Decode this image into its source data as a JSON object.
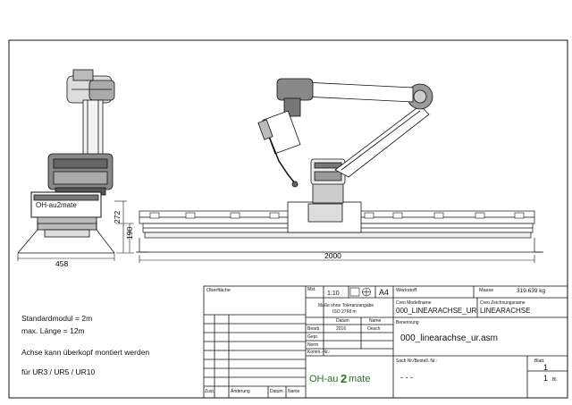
{
  "notes": {
    "line1": "Standardmodul = 2m",
    "line2": "max. Länge = 12m",
    "line3": "Achse kann überkopf montiert werden",
    "line4": "für UR3 / UR5 / UR10"
  },
  "dimensions": {
    "width_side": "458",
    "height_272": "272",
    "height_190": "190",
    "length_main": "2000"
  },
  "logo": {
    "text_on_robot": "OH-au2mate",
    "text_titleblock_part1": "OH-au",
    "text_titleblock_part2": "2",
    "text_titleblock_part3": "mate"
  },
  "title_block": {
    "oberflaeche_label": "Oberfläche",
    "mst_label": "Mst.",
    "scale": "1:10",
    "format": "A4",
    "masse_label": "Maße ohne Toleranzangabe",
    "iso": "ISO 2768 m",
    "werkstoff_label": "Werkstoff",
    "masse_weight_label": "Masse",
    "masse_weight_value": "319.639 kg",
    "modellname_label": "Creo Modellname",
    "modellname_value": "000_LINEARACHSE_UR",
    "zeichnungsname_label": "Creo Zeichnungsname",
    "zeichnungsname_value": "LINEARACHSE",
    "datum_header": "Datum",
    "name_header": "Name",
    "bearb_label": "Bearb.",
    "bearb_datum": "2016",
    "bearb_name": "Oesch",
    "gepr_label": "Gepr.",
    "norm_label": "Norm",
    "komm_label": "Komm.-Nr.:",
    "benennung_label": "Benennung",
    "benennung_value": "000_linearachse_ur.asm",
    "sachnr_label": "Sach Nr./Bestell. Nr.:",
    "sachnr_value": "- - -",
    "blatt_label": "Blatt:",
    "blatt_value": "1",
    "blatt_total": "1",
    "blatt_suffix": "Bl.",
    "rev_zust": "Zust.",
    "rev_aenderung": "Änderung",
    "rev_datum": "Datum",
    "rev_name": "Name"
  }
}
